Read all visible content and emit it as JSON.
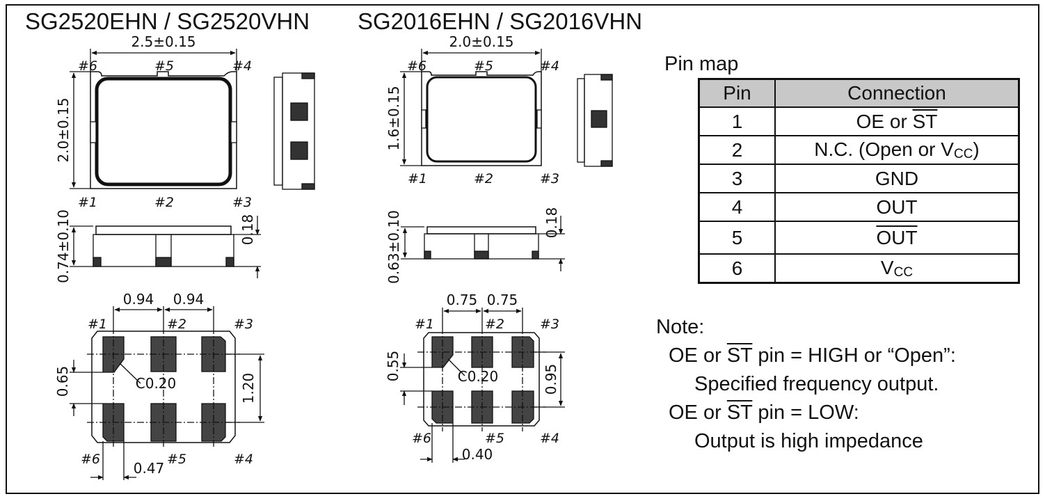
{
  "titles": {
    "left": "SG2520EHN / SG2520VHN",
    "right": "SG2016EHN / SG2016VHN"
  },
  "dims_2520": {
    "width": "2.5±0.15",
    "height": "2.0±0.15",
    "thickness": "0.74±0.10",
    "side": "0.18",
    "pitch_a": "0.94",
    "pitch_b": "0.94",
    "pad_h": "0.65",
    "pad_span": "1.20",
    "pad_w": "0.47",
    "chamfer": "C0.20"
  },
  "dims_2016": {
    "width": "2.0±0.15",
    "height": "1.6±0.15",
    "thickness": "0.63±0.10",
    "side": "0.18",
    "pitch_a": "0.75",
    "pitch_b": "0.75",
    "pad_h": "0.55",
    "pad_span": "0.95",
    "pad_w": "0.40",
    "chamfer": "C0.20"
  },
  "pin_labels": [
    "#1",
    "#2",
    "#3",
    "#4",
    "#5",
    "#6"
  ],
  "pinmap": {
    "label": "Pin map",
    "header": [
      "Pin",
      "Connection"
    ],
    "rows": [
      {
        "pin": "1",
        "a": "OE or ",
        "b": "ST",
        "c": "",
        "d": ""
      },
      {
        "pin": "2",
        "a": "N.C. (Open or V",
        "b": "",
        "c": "CC",
        "d": ")"
      },
      {
        "pin": "3",
        "a": "GND",
        "b": "",
        "c": "",
        "d": ""
      },
      {
        "pin": "4",
        "a": "OUT",
        "b": "",
        "c": "",
        "d": ""
      },
      {
        "pin": "5",
        "a": "",
        "b": "OUT",
        "c": "",
        "d": ""
      },
      {
        "pin": "6",
        "a": "V",
        "b": "",
        "c": "CC",
        "d": ""
      }
    ]
  },
  "notes": {
    "title": "Note:",
    "l1a": "OE or ",
    "l1b": "ST",
    "l1c": " pin = HIGH or “Open”:",
    "l2": "Specified frequency output.",
    "l3a": "OE or ",
    "l3b": "ST",
    "l3c": " pin = LOW:",
    "l4": "Output is high impedance"
  }
}
